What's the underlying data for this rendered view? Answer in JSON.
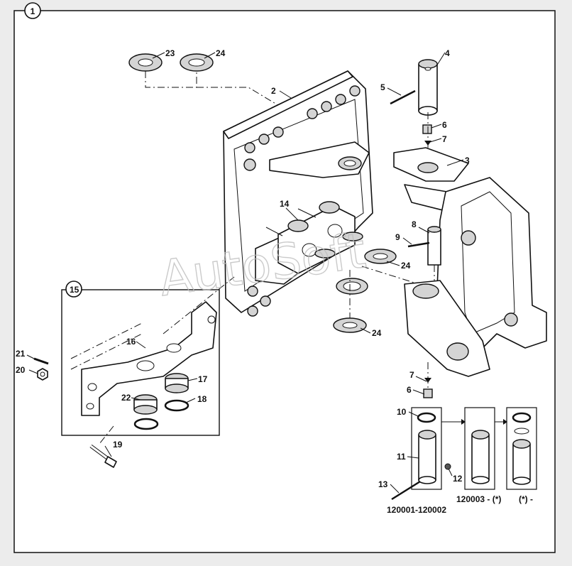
{
  "diagram": {
    "figure_number": "1",
    "watermark": "AutoSoft",
    "callouts": {
      "c2": "2",
      "c3": "3",
      "c4": "4",
      "c5": "5",
      "c6a": "6",
      "c6b": "6",
      "c7a": "7",
      "c7b": "7",
      "c8": "8",
      "c9": "9",
      "c10": "10",
      "c11": "11",
      "c12": "12",
      "c13": "13",
      "c14": "14",
      "c15": "15",
      "c16": "16",
      "c17": "17",
      "c18": "18",
      "c19": "19",
      "c20": "20",
      "c21": "21",
      "c22": "22",
      "c23": "23",
      "c24a": "24",
      "c24b": "24",
      "c24c": "24"
    },
    "captions": {
      "serial_range": "120001-120002",
      "serial_from": "120003 - (*)",
      "serial_star": "(*) -"
    }
  }
}
